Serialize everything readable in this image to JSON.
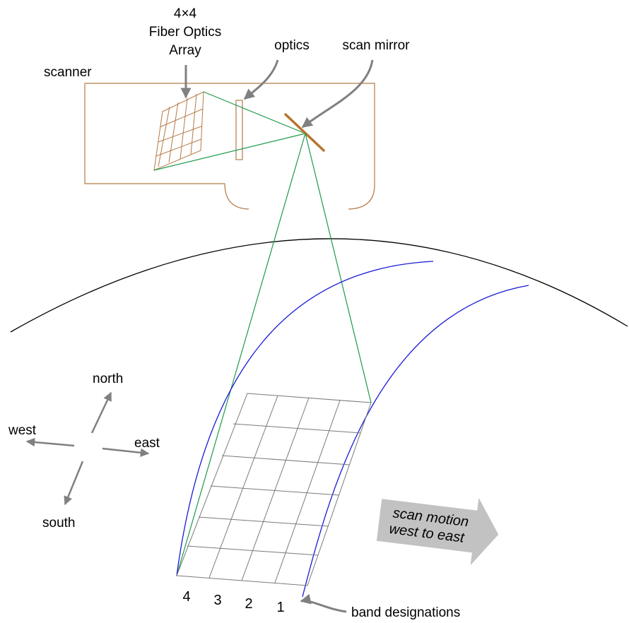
{
  "labels": {
    "array_line1": "4×4",
    "array_line2": "Fiber Optics",
    "array_line3": "Array",
    "optics": "optics",
    "scan_mirror": "scan mirror",
    "scanner": "scanner",
    "band_designations": "band designations",
    "scan_motion_line1": "scan motion",
    "scan_motion_line2": "west to east"
  },
  "compass": {
    "north": "north",
    "south": "south",
    "east": "east",
    "west": "west"
  },
  "bands": [
    "4",
    "3",
    "2",
    "1"
  ],
  "colors": {
    "scanner_outline": "#b57a45",
    "mirror": "#b8732e",
    "rays": "#1e9a4a",
    "scan_path": "#1a1ad6",
    "earth": "#000000",
    "grid": "#7a7a7a",
    "arrows": "#808080",
    "motion_arrow": "#c2c2c2"
  }
}
